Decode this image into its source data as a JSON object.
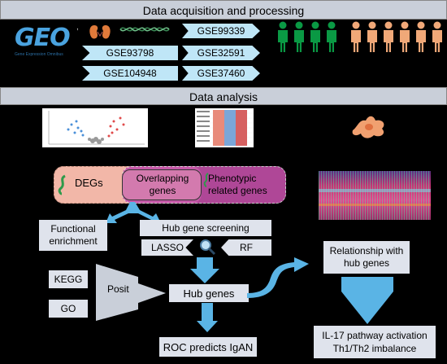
{
  "section1": {
    "title": "Data acquisition and processing"
  },
  "section2": {
    "title": "Data analysis"
  },
  "logo": {
    "text": "GEO",
    "subtitle": "Gene Expression Omnibus"
  },
  "datasets": [
    "GSE99339",
    "GSE93798",
    "GSE32591",
    "GSE104948",
    "GSE37460"
  ],
  "venn": {
    "left": "DEGs",
    "middle": "Overlapping genes",
    "right": "Phenotypic related genes"
  },
  "boxes": {
    "functional": "Functional enrichment",
    "hub_screening": "Hub gene screening",
    "lasso": "LASSO",
    "rf": "RF",
    "kegg": "KEGG",
    "go": "GO",
    "posit": "Posit",
    "hub_genes": "Hub genes",
    "relationship": "Relationship with hub genes",
    "roc": "ROC predicts IgAN",
    "il17": "IL-17 pathway activation",
    "th": "Th1/Th2 imbalance"
  },
  "colors": {
    "arrow": "#5ab4e5",
    "venn_pink": "#f2b7a8",
    "venn_magenta": "#c24fa8",
    "green": "#0a9944",
    "skin": "#f0a878"
  },
  "people": {
    "green_count": 4,
    "orange_count": 6
  }
}
